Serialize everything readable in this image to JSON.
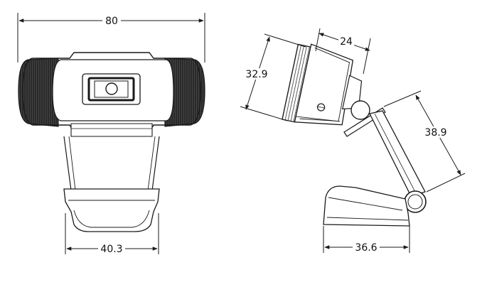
{
  "dimensions": {
    "front_width": "80",
    "base_width": "40.3",
    "side_depth": "24",
    "side_height": "32.9",
    "arm_length": "38.9",
    "base_depth": "36.6"
  },
  "colors": {
    "line": "#1a1a1a",
    "grip_dark": "#222222",
    "background": "#ffffff"
  }
}
